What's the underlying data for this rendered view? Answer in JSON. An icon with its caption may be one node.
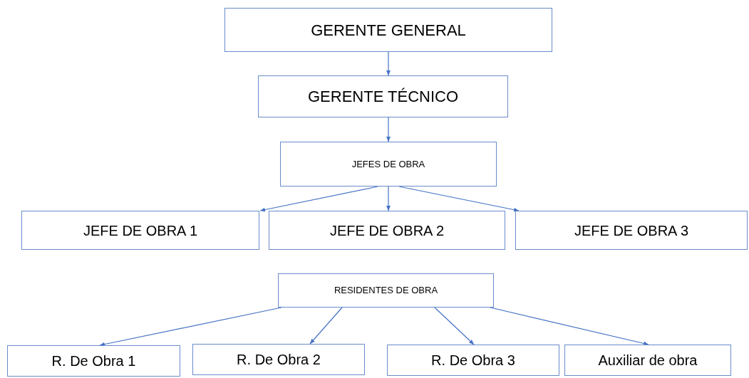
{
  "diagram": {
    "nodes": [
      {
        "text": [
          "GERENTE GENERAL"
        ]
      },
      {
        "text": [
          "GERENTE TÉCNICO"
        ]
      },
      {
        "text": [
          "JEFES DE OBRA"
        ]
      },
      {
        "text": [
          "JEFE DE OBRA 1"
        ]
      },
      {
        "text": [
          "JEFE DE OBRA 2"
        ]
      },
      {
        "text": [
          "JEFE DE OBRA 3"
        ]
      },
      {
        "text": [
          "RESIDENTES DE OBRA"
        ]
      },
      {
        "text": [
          "R. De Obra 1"
        ]
      },
      {
        "text": [
          "R. De Obra 2"
        ]
      },
      {
        "text": [
          "R. De Obra 3"
        ]
      },
      {
        "text": [
          "Auxiliar de obra"
        ]
      }
    ],
    "edges": [
      {
        "from": 0,
        "to": 1,
        "arrow": "to"
      },
      {
        "from": 1,
        "to": 2,
        "arrow": "to"
      },
      {
        "from": 2,
        "to": 3,
        "arrow": "to"
      },
      {
        "from": 2,
        "to": 4,
        "arrow": "to"
      },
      {
        "from": 2,
        "to": 5,
        "arrow": "to"
      },
      {
        "from": 6,
        "to": 7,
        "arrow": "to"
      },
      {
        "from": 6,
        "to": 8,
        "arrow": "to"
      },
      {
        "from": 6,
        "to": 9,
        "arrow": "to"
      },
      {
        "from": 6,
        "to": 10,
        "arrow": "to"
      }
    ]
  }
}
